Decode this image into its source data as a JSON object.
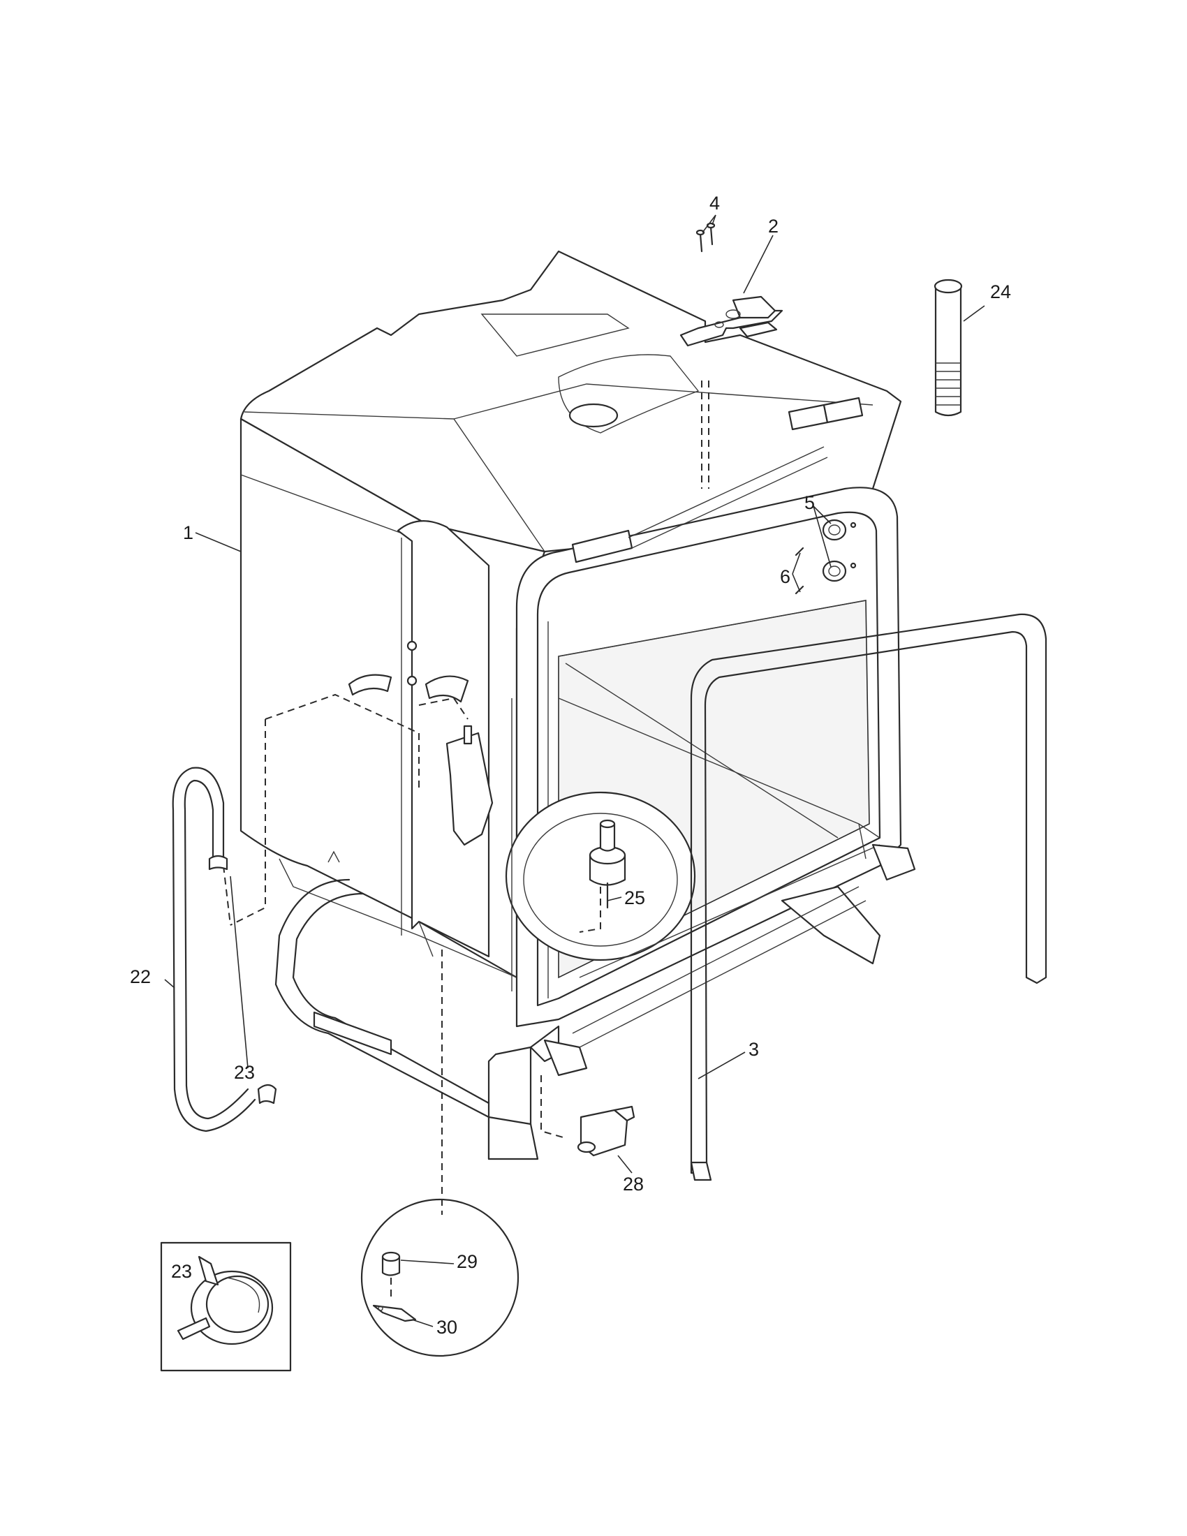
{
  "diagram": {
    "callouts": [
      {
        "id": "label-1",
        "text": "1"
      },
      {
        "id": "label-2",
        "text": "2"
      },
      {
        "id": "label-3",
        "text": "3"
      },
      {
        "id": "label-4",
        "text": "4"
      },
      {
        "id": "label-5",
        "text": "5"
      },
      {
        "id": "label-6",
        "text": "6"
      },
      {
        "id": "label-22",
        "text": "22"
      },
      {
        "id": "label-23",
        "text": "23"
      },
      {
        "id": "label-23-inset",
        "text": "23"
      },
      {
        "id": "label-24",
        "text": "24"
      },
      {
        "id": "label-25",
        "text": "25"
      },
      {
        "id": "label-28",
        "text": "28"
      },
      {
        "id": "label-29",
        "text": "29"
      },
      {
        "id": "label-30",
        "text": "30"
      }
    ]
  }
}
